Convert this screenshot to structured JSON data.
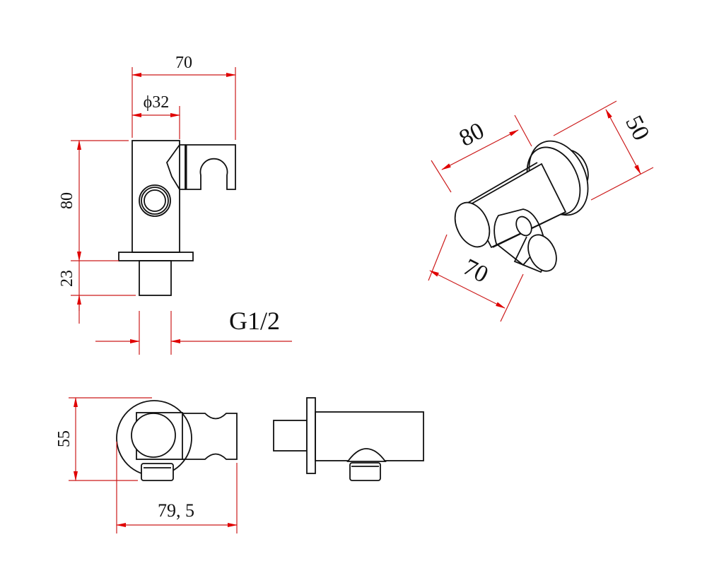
{
  "colors": {
    "dimension": "#cc1a1a",
    "outline": "#111111"
  },
  "front_view": {
    "width_label": "70",
    "diameter_label": "ϕ32",
    "height_label": "80",
    "stem_height_label": "23",
    "thread_label": "G1/2"
  },
  "iso_view": {
    "length_label": "80",
    "depth_label": "50",
    "width_label": "70"
  },
  "top_view": {
    "height_label": "55",
    "length_label": "79, 5"
  }
}
